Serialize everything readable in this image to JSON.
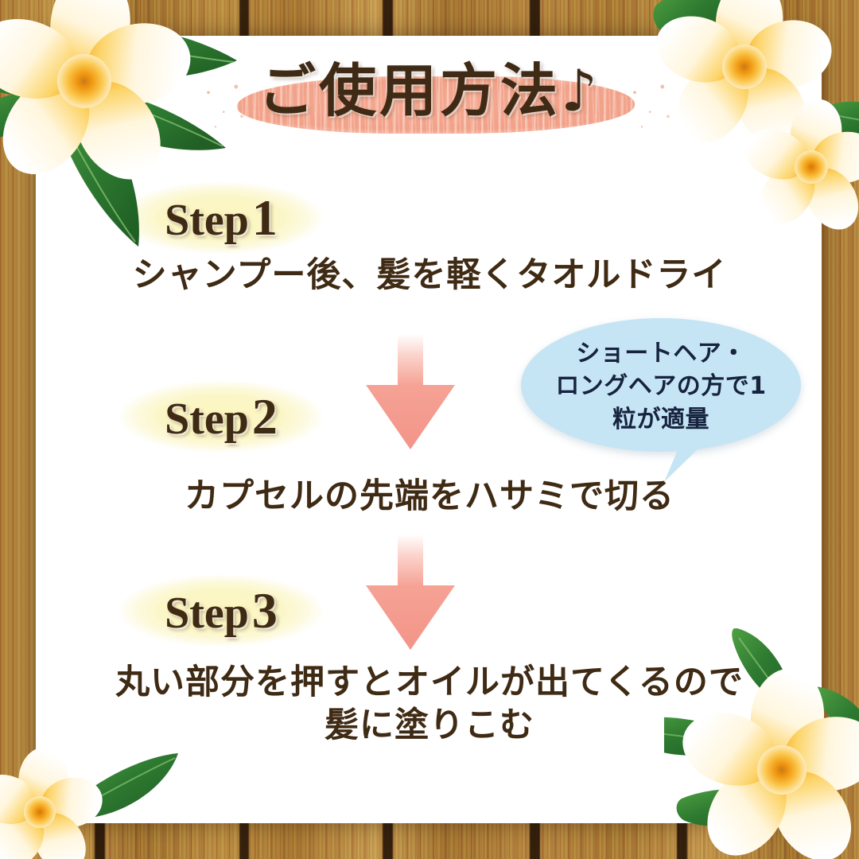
{
  "title": {
    "text": "ご使用方法♪",
    "brush_color": "#f2a188",
    "text_color": "#3f2a16"
  },
  "card": {
    "background": "#ffffff"
  },
  "background": {
    "type": "wood-planks",
    "color": "#ab8041"
  },
  "steps": [
    {
      "label_prefix": "Step",
      "label_number": "1",
      "oval_color": "#fbf6c6",
      "body": "シャンプー後、髪を軽くタオルドライ"
    },
    {
      "label_prefix": "Step",
      "label_number": "2",
      "oval_color": "#fbf6c6",
      "body": "カプセルの先端をハサミで切る"
    },
    {
      "label_prefix": "Step",
      "label_number": "3",
      "oval_color": "#fbf6c6",
      "body_line1": "丸い部分を押すとオイルが出てくるので",
      "body_line2": "髪に塗りこむ"
    }
  ],
  "arrows": [
    {
      "name": "arrow-step1-to-step2",
      "direction": "down",
      "color": "#f39a8c"
    },
    {
      "name": "arrow-step2-to-step3",
      "direction": "down",
      "color": "#f39a8c"
    }
  ],
  "speech_bubble": {
    "background": "#c6e5f4",
    "text_color": "#17233f",
    "line1": "ショートヘア・",
    "line2": "ロングヘアの方で1",
    "line3": "粒が適量"
  },
  "decorations": [
    {
      "name": "plumeria-flower-top-left",
      "petal_color": "#ffffff",
      "center_color": "#f5a623",
      "leaf_color": "#2f7a34"
    },
    {
      "name": "plumeria-flower-top-right",
      "petal_color": "#ffffff",
      "center_color": "#f5a623",
      "leaf_color": "#2f7a34"
    },
    {
      "name": "plumeria-flower-bottom-right",
      "petal_color": "#ffffff",
      "center_color": "#f5a623",
      "leaf_color": "#2f7a34"
    },
    {
      "name": "plumeria-flower-bottom-left",
      "petal_color": "#ffffff",
      "center_color": "#f5a623",
      "leaf_color": "#2f7a34"
    }
  ]
}
